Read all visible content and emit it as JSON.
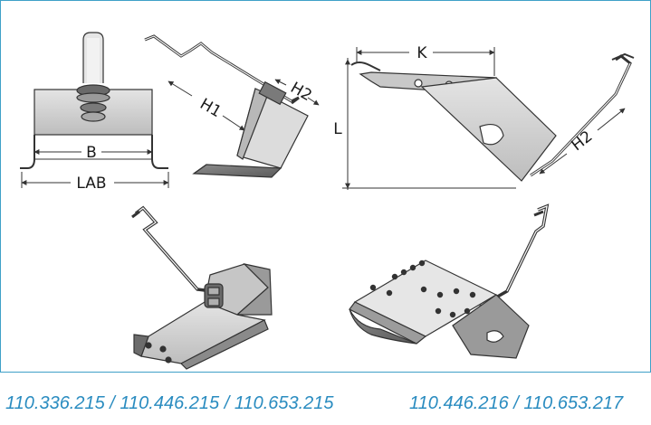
{
  "labels": {
    "b": "B",
    "lab": "LAB",
    "h1": "H1",
    "h2_side": "H2",
    "k": "K",
    "l": "L",
    "h2_right": "H2"
  },
  "captions": {
    "left": "110.336.215 / 110.446.215 / 110.653.215",
    "right": "110.446.216 / 110.653.217"
  },
  "colors": {
    "frame": "#3fa0c8",
    "caption": "#2a8cc0"
  }
}
